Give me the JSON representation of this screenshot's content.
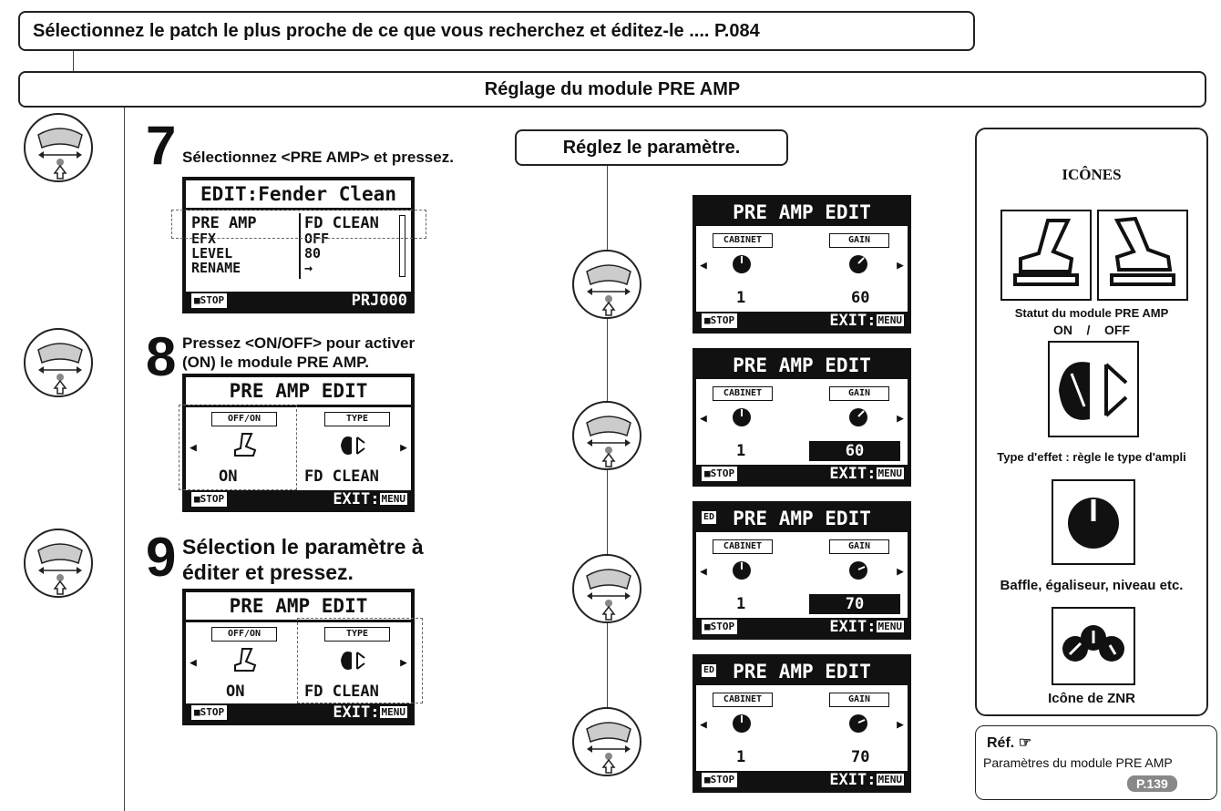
{
  "top_banner": "Sélectionnez le patch le plus proche de ce que vous recherchez et éditez-le .... P.084",
  "section_title": "Réglage du module PRE AMP",
  "steps": [
    {
      "num": "7",
      "text": "Sélectionnez <PRE AMP> et pressez."
    },
    {
      "num": "8",
      "text_line1": "Pressez <ON/OFF> pour activer",
      "text_line2": "(ON) le module PRE AMP."
    },
    {
      "num": "9",
      "text_line1": "Sélection le paramètre à",
      "text_line2": "éditer et pressez."
    }
  ],
  "screen7": {
    "title": "EDIT:Fender Clean",
    "rows": [
      {
        "label": "PRE AMP",
        "value": "FD CLEAN"
      },
      {
        "label": "EFX",
        "value": "OFF"
      },
      {
        "label": "LEVEL",
        "value": "80"
      },
      {
        "label": "RENAME",
        "value": "→"
      }
    ],
    "foot_left": "■STOP",
    "foot_right": "PRJ000"
  },
  "screen8": {
    "title": "PRE AMP EDIT",
    "tag_left": "OFF/ON",
    "tag_right": "TYPE",
    "val_left": "ON",
    "val_right": "FD CLEAN",
    "foot_left": "■STOP",
    "foot_right": "EXIT:",
    "foot_menu": "MENU"
  },
  "screen9": {
    "title": "PRE AMP EDIT",
    "tag_left": "OFF/ON",
    "tag_right": "TYPE",
    "val_left": "ON",
    "val_right": "FD CLEAN",
    "foot_left": "■STOP",
    "foot_right": "EXIT:",
    "foot_menu": "MENU"
  },
  "adjust_title": "Réglez le paramètre.",
  "param_screens": [
    {
      "title": "PRE AMP EDIT",
      "tag_left": "CABINET",
      "tag_right": "GAIN",
      "val_left": "1",
      "val_right": "60",
      "foot_left": "■STOP",
      "foot_right": "EXIT:",
      "foot_menu": "MENU"
    },
    {
      "title": "PRE AMP EDIT",
      "tag_left": "CABINET",
      "tag_right": "GAIN",
      "val_left": "1",
      "val_right": "60",
      "foot_left": "■STOP",
      "foot_right": "EXIT:",
      "foot_menu": "MENU"
    },
    {
      "title": "PRE AMP EDIT",
      "badge": "ED",
      "tag_left": "CABINET",
      "tag_right": "GAIN",
      "val_left": "1",
      "val_right": "70",
      "foot_left": "■STOP",
      "foot_right": "EXIT:",
      "foot_menu": "MENU"
    },
    {
      "title": "PRE AMP EDIT",
      "badge": "ED",
      "tag_left": "CABINET",
      "tag_right": "GAIN",
      "val_left": "1",
      "val_right": "70",
      "foot_left": "■STOP",
      "foot_right": "EXIT:",
      "foot_menu": "MENU"
    }
  ],
  "icons_panel": {
    "title": "ICÔNES",
    "status_caption": "Statut du module PRE AMP",
    "status_on_off": "ON    /    OFF",
    "type_caption": "Type d'effet : règle le type d'ampli",
    "knob_caption": "Baffle, égaliseur, niveau etc.",
    "znr_caption": "Icône de ZNR"
  },
  "ref_box": {
    "title": "Réf.",
    "text": "Paramètres du module PRE AMP",
    "page": "P.139"
  }
}
